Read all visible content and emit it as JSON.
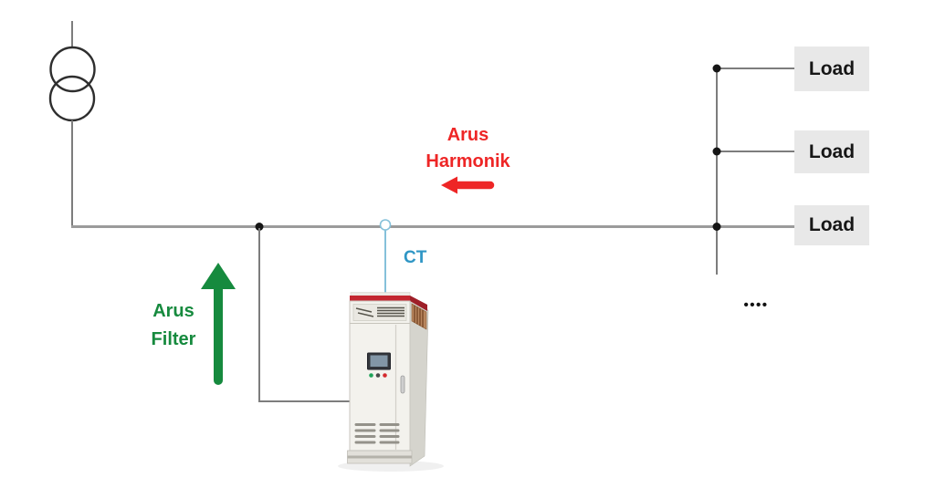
{
  "labels": {
    "arus_harmonik": {
      "line1": "Arus",
      "line2": "Harmonik"
    },
    "arus_filter": {
      "line1": "Arus",
      "line2": "Filter"
    },
    "ct": "CT",
    "loads": [
      "Load",
      "Load",
      "Load"
    ],
    "more_loads": "••••"
  },
  "icons": {
    "transformer": "two-overlapping-circles-symbol",
    "ct_sensor": "small-circle-on-bus-line",
    "harmonic_arrow": "left-pointing-arrow",
    "filter_arrow": "up-pointing-arrow",
    "cabinet": "active-harmonic-filter-cabinet",
    "junctions": "filled-node-dots"
  },
  "colors": {
    "harmonic_red": "#ee2626",
    "filter_green": "#168a3e",
    "ct_text": "#2f96c5",
    "ct_line": "#85c1da",
    "wire": "#7d7d7d",
    "bus": "#9b9b9b",
    "load_bg": "#e8e8e8",
    "text_dark": "#161616"
  }
}
